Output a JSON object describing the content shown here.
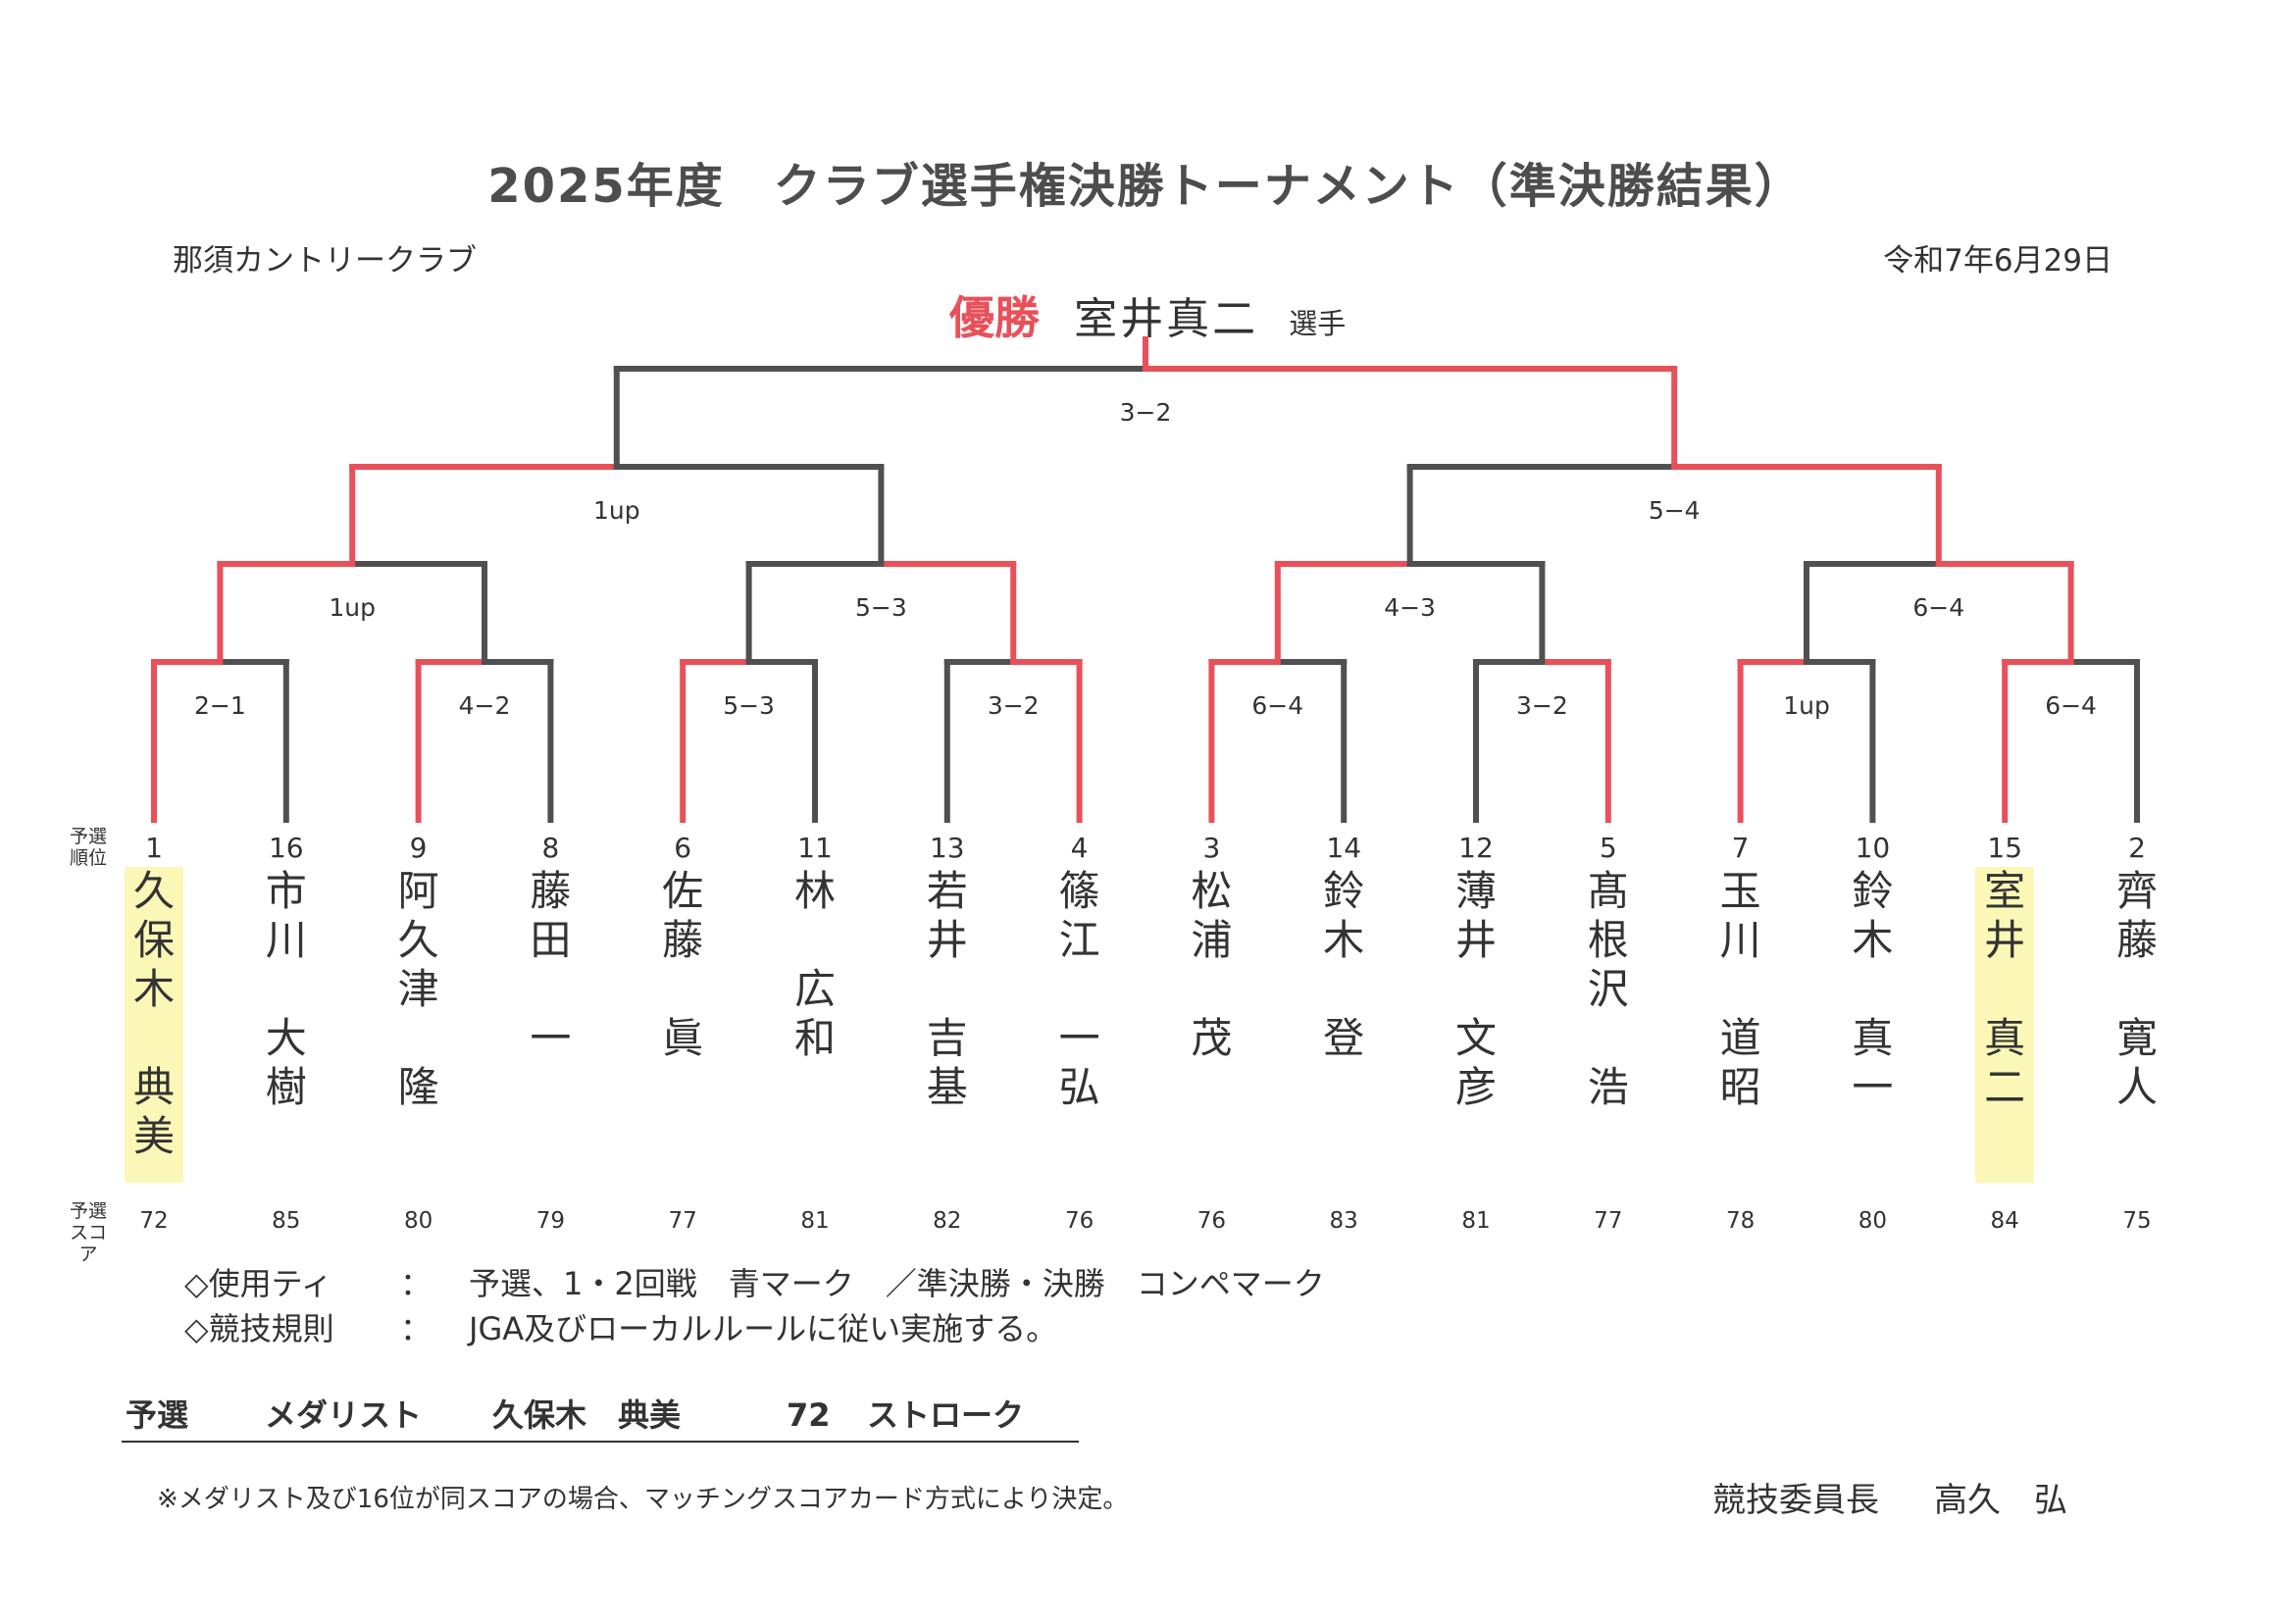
{
  "title": "2025年度　クラブ選手権決勝トーナメント（準決勝結果）",
  "club": "那須カントリークラブ",
  "date": "令和7年6月29日",
  "champion": {
    "label": "優勝",
    "name": "室井真二",
    "suffix": "選手"
  },
  "colors": {
    "winner_line": "#e8505a",
    "loser_line": "#505050",
    "highlight": "#fbf7b7"
  },
  "labels": {
    "seed": "予選\n順位",
    "qual_score": "予選\nスコア"
  },
  "players": [
    {
      "seed": "1",
      "name": "久\n保\n木\n\n典\n美",
      "score": "72",
      "highlight": true
    },
    {
      "seed": "16",
      "name": "市\n川\n\n大\n樹",
      "score": "85"
    },
    {
      "seed": "9",
      "name": "阿\n久\n津\n\n隆",
      "score": "80"
    },
    {
      "seed": "8",
      "name": "藤\n田\n\n一",
      "score": "79"
    },
    {
      "seed": "6",
      "name": "佐\n藤\n\n眞",
      "score": "77"
    },
    {
      "seed": "11",
      "name": "林\n\n広\n和",
      "score": "81"
    },
    {
      "seed": "13",
      "name": "若\n井\n\n吉\n基",
      "score": "82"
    },
    {
      "seed": "4",
      "name": "篠\n江\n\n一\n弘",
      "score": "76"
    },
    {
      "seed": "3",
      "name": "松\n浦\n\n茂",
      "score": "76"
    },
    {
      "seed": "14",
      "name": "鈴\n木\n\n登",
      "score": "83"
    },
    {
      "seed": "12",
      "name": "薄\n井\n\n文\n彦",
      "score": "81"
    },
    {
      "seed": "5",
      "name": "髙\n根\n沢\n\n浩",
      "score": "77"
    },
    {
      "seed": "7",
      "name": "玉\n川\n\n道\n昭",
      "score": "78"
    },
    {
      "seed": "10",
      "name": "鈴\n木\n\n真\n一",
      "score": "80"
    },
    {
      "seed": "15",
      "name": "室\n井\n\n真\n二",
      "score": "84",
      "highlight": true
    },
    {
      "seed": "2",
      "name": "齊\n藤\n\n寛\n人",
      "score": "75"
    }
  ],
  "rounds": [
    {
      "winners": [
        0,
        2,
        4,
        7,
        8,
        11,
        12,
        14
      ],
      "scores": [
        "2−1",
        "4−2",
        "5−3",
        "3−2",
        "6−4",
        "3−2",
        "1up",
        "6−4"
      ]
    },
    {
      "winners": [
        0,
        1,
        0,
        1,
        0,
        1,
        1,
        0
      ],
      "scores": [
        "1up",
        "5−3",
        "4−3",
        "6−4"
      ]
    },
    {
      "winners": [
        0,
        1
      ],
      "scores": [
        "1up",
        "5−4"
      ]
    },
    {
      "winners": [
        1
      ],
      "scores": [
        "3−2"
      ]
    }
  ],
  "rules": [
    {
      "mark": "◇使用ティ",
      "sep": "：",
      "text": "予選、1・2回戦　青マーク　／準決勝・決勝　コンペマーク"
    },
    {
      "mark": "◇競技規則",
      "sep": "：",
      "text": "JGA及びローカルルールに従い実施する。"
    }
  ],
  "medalist": {
    "label": "予選",
    "title": "メダリスト",
    "name": "久保木　典美",
    "score": "72",
    "type": "ストローク"
  },
  "note": "※メダリスト及び16位が同スコアの場合、マッチングスコアカード方式により決定。",
  "chair": {
    "title": "競技委員長",
    "name": "高久　弘"
  }
}
